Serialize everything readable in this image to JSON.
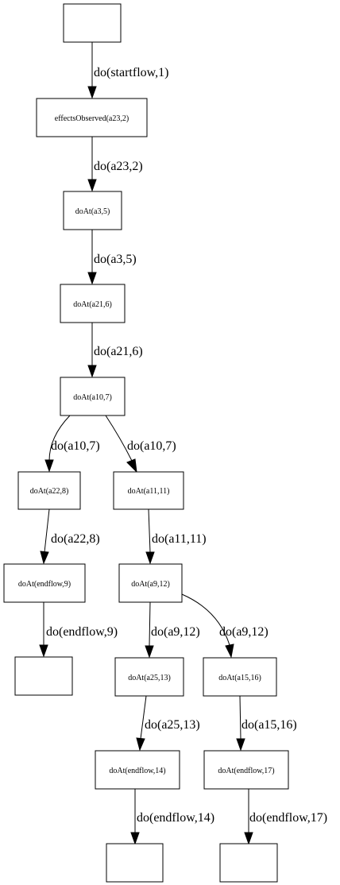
{
  "diagram": {
    "nodes": {
      "n0": "",
      "n1": "effectsObserved(a23,2)",
      "n2": "doAt(a3,5)",
      "n3": "doAt(a21,6)",
      "n4": "doAt(a10,7)",
      "n5": "doAt(a22,8)",
      "n6": "doAt(a11,11)",
      "n7": "doAt(endflow,9)",
      "n8": "doAt(a9,12)",
      "n9": "",
      "n10": "doAt(a25,13)",
      "n11": "doAt(a15,16)",
      "n12": "doAt(endflow,14)",
      "n13": "doAt(endflow,17)",
      "n14": "",
      "n15": ""
    },
    "edges": {
      "e0": {
        "from": "n0",
        "to": "n1",
        "label": "do(startflow,1)"
      },
      "e1": {
        "from": "n1",
        "to": "n2",
        "label": "do(a23,2)"
      },
      "e2": {
        "from": "n2",
        "to": "n3",
        "label": "do(a3,5)"
      },
      "e3": {
        "from": "n3",
        "to": "n4",
        "label": "do(a21,6)"
      },
      "e4": {
        "from": "n4",
        "to": "n5",
        "label": "do(a10,7)"
      },
      "e5": {
        "from": "n4",
        "to": "n6",
        "label": "do(a10,7)"
      },
      "e6": {
        "from": "n5",
        "to": "n7",
        "label": "do(a22,8)"
      },
      "e7": {
        "from": "n6",
        "to": "n8",
        "label": "do(a11,11)"
      },
      "e8": {
        "from": "n7",
        "to": "n9",
        "label": "do(endflow,9)"
      },
      "e9": {
        "from": "n8",
        "to": "n10",
        "label": "do(a9,12)"
      },
      "e10": {
        "from": "n8",
        "to": "n11",
        "label": "do(a9,12)"
      },
      "e11": {
        "from": "n10",
        "to": "n12",
        "label": "do(a25,13)"
      },
      "e12": {
        "from": "n11",
        "to": "n13",
        "label": "do(a15,16)"
      },
      "e13": {
        "from": "n12",
        "to": "n14",
        "label": "do(endflow,14)"
      },
      "e14": {
        "from": "n13",
        "to": "n15",
        "label": "do(endflow,17)"
      }
    }
  }
}
